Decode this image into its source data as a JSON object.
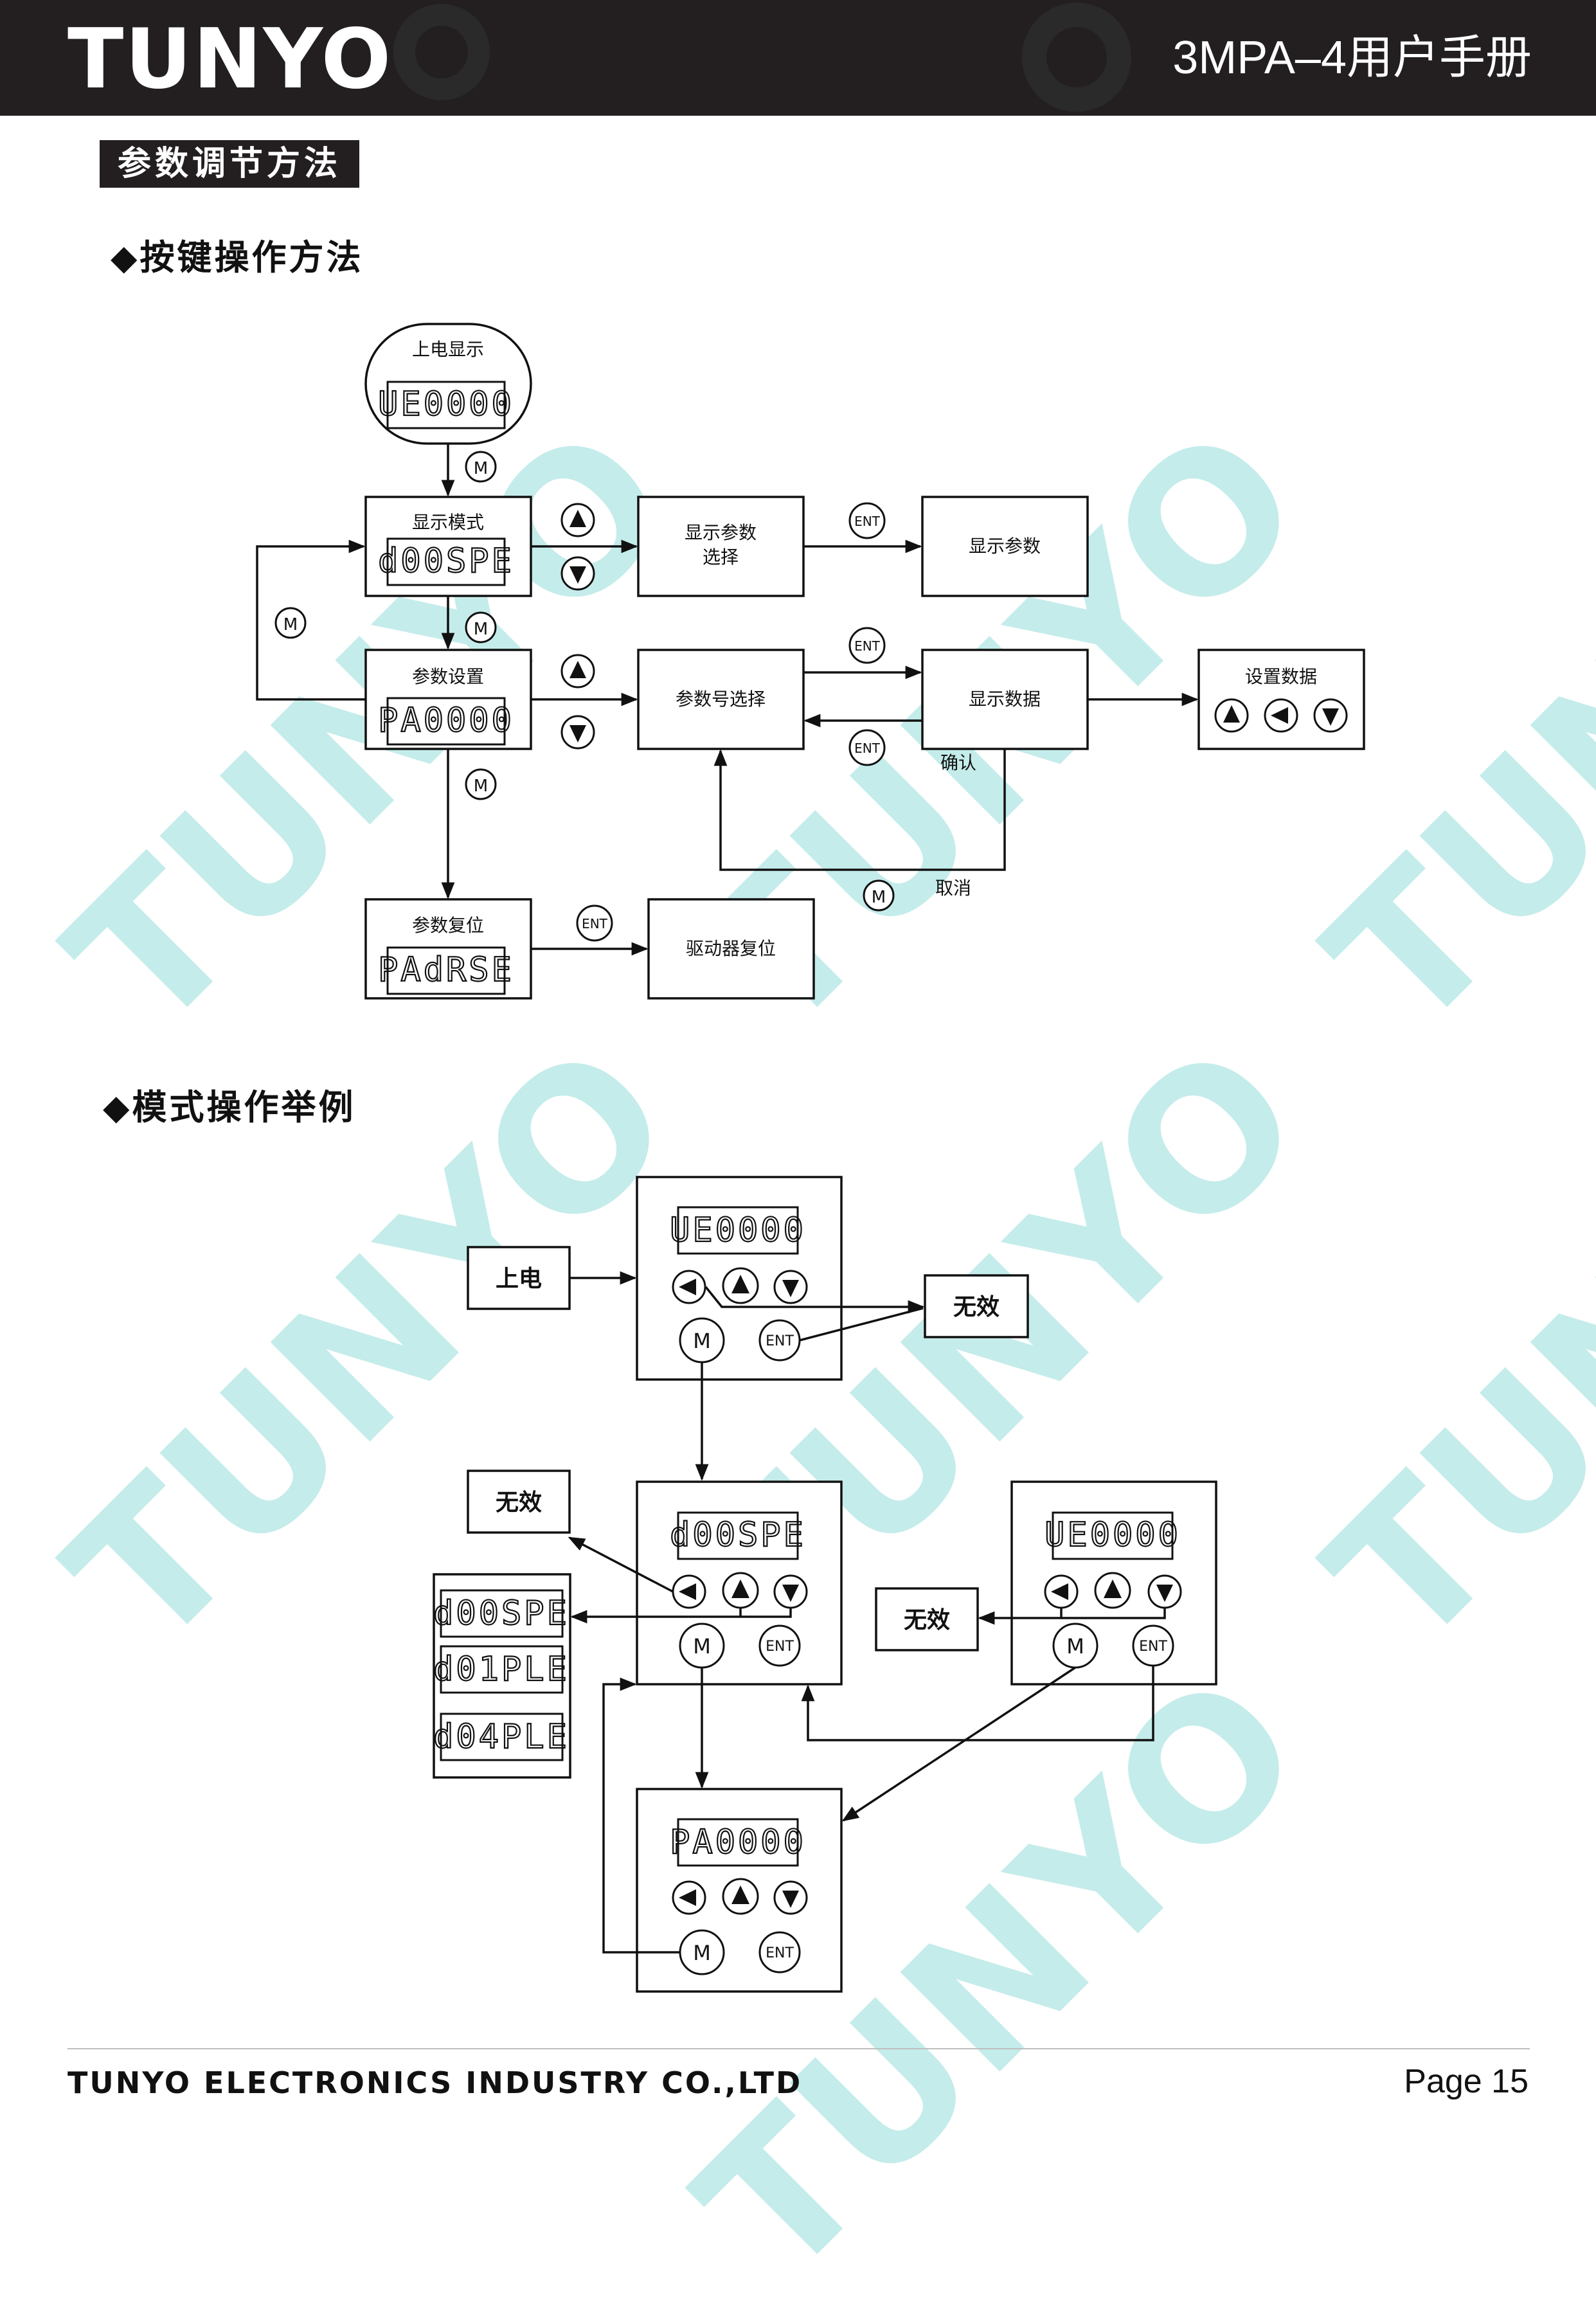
{
  "header": {
    "brand": "TUNYO",
    "title": "3MPA–4用户手册"
  },
  "watermark": {
    "text": "TUNYO",
    "color": "#c4ecea"
  },
  "section": {
    "title": "参数调节方法"
  },
  "key_operation": {
    "heading": "◆按键操作方法",
    "power_on": {
      "label": "上电显示",
      "display": "UE0000"
    },
    "display_mode": {
      "label": "显示模式",
      "display": "d00SPE"
    },
    "param_select_mode": {
      "label": "显示参数\n选择"
    },
    "show_param": {
      "label": "显示参数"
    },
    "param_setting": {
      "label": "参数设置",
      "display": "PA0000"
    },
    "param_number": {
      "label": "参数号选择"
    },
    "show_data": {
      "label": "显示数据"
    },
    "set_data": {
      "label": "设置数据"
    },
    "param_reset": {
      "label": "参数复位",
      "display": "PAdRSE"
    },
    "drive_reset": {
      "label": "驱动器复位"
    },
    "confirm": "确认",
    "cancel": "取消",
    "keys": {
      "m": "M",
      "ent": "ENT"
    }
  },
  "mode_example": {
    "heading": "◆模式操作举例",
    "power_on": "上电",
    "invalid": "无效",
    "panel1_display": "UE0000",
    "panel2_display": "d00SPE",
    "panel3_display": "PA0000",
    "panel4_display": "UE0000",
    "list_displays": [
      "d00SPE",
      "d01PLE",
      "d04PLE"
    ]
  },
  "footer": {
    "company": "TUNYO ELECTRONICS INDUSTRY CO.,LTD",
    "page": "Page 15"
  }
}
